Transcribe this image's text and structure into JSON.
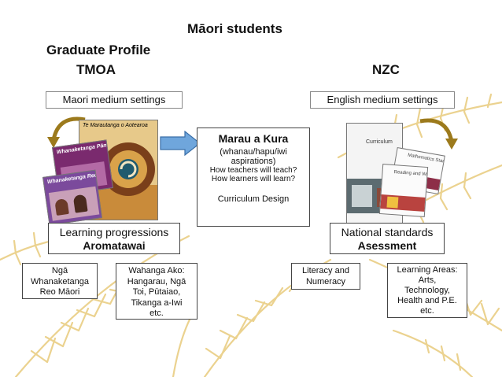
{
  "slide": {
    "title": "Māori students",
    "subtitle": "Graduate Profile"
  },
  "left": {
    "heading": "TMOA",
    "setting": "Maori medium settings",
    "progress_line1": "Learning progressions",
    "progress_line2": "Aromatawai",
    "box_a": [
      "Ngā",
      "Whanaketanga",
      "Reo Māori"
    ],
    "box_b": [
      "Wahanga Ako:",
      "Hangarau, Ngā",
      "Toi, Pūtaiao,",
      "Tikanga a-Iwi",
      "etc."
    ],
    "book_titles": [
      "Te Marautanga o Aotearoa",
      "Whanaketanga Pāngarau",
      "Whanaketanga Reo"
    ]
  },
  "right": {
    "heading": "NZC",
    "setting": "English medium settings",
    "standards_line1": "National standards",
    "standards_line2": "Asessment",
    "box_a": [
      "Literacy and",
      "Numeracy"
    ],
    "box_b": [
      "Learning Areas:",
      "Arts,",
      "Technology,",
      "Health and P.E.",
      "etc."
    ],
    "book_titles": [
      "Curriculum",
      "Reading and Writing Standards",
      "Mathematics Standards"
    ]
  },
  "center": {
    "title": "Marau a Kura",
    "lines": [
      "(whanau/hapu/iwi",
      "aspirations)",
      "How teachers will teach?",
      "How learners will learn?"
    ],
    "footer": "Curriculum Design"
  },
  "colors": {
    "fern": "#ead08a",
    "arrow_fill": "#6fa6dc",
    "arrow_stroke": "#3a6fa8",
    "curve_arrow": "#9c7a1c"
  }
}
